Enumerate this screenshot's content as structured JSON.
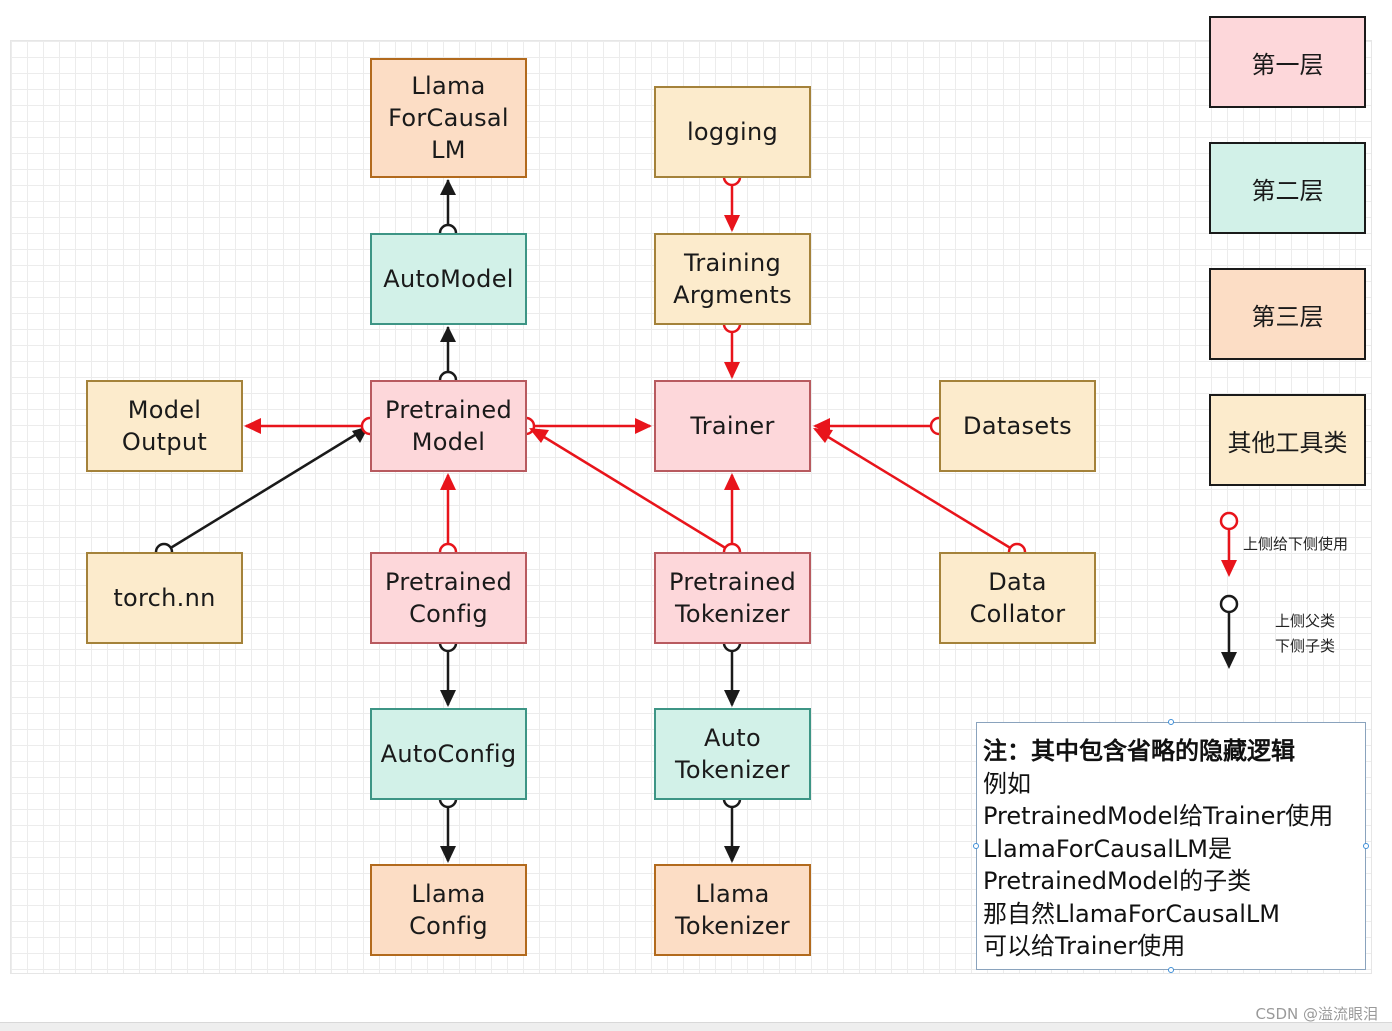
{
  "nodes": {
    "llama_for_causal_lm": "Llama\nForCausal\nLM",
    "auto_model": "AutoModel",
    "pretrained_model": "Pretrained\nModel",
    "model_output": "Model\nOutput",
    "torch_nn": "torch.nn",
    "pretrained_config": "Pretrained\nConfig",
    "auto_config": "AutoConfig",
    "llama_config": "Llama\nConfig",
    "logging": "logging",
    "training_args": "Training\nArgments",
    "trainer": "Trainer",
    "pretrained_tokenizer": "Pretrained\nTokenizer",
    "auto_tokenizer": "Auto\nTokenizer",
    "llama_tokenizer": "Llama\nTokenizer",
    "datasets": "Datasets",
    "data_collator": "Data\nCollator"
  },
  "legend": {
    "layer1": "第一层",
    "layer2": "第二层",
    "layer3": "第三层",
    "tools": "其他工具类",
    "red_arrow_desc": "上侧给下侧使用",
    "black_arrow_desc_line1": "上侧父类",
    "black_arrow_desc_line2": "下侧子类"
  },
  "note": {
    "title": "注：其中包含省略的隐藏逻辑",
    "lines": [
      "例如",
      "PretrainedModel给Trainer使用",
      "LlamaForCausalLM是",
      "PretrainedModel的子类",
      "那自然LlamaForCausalLM",
      "可以给Trainer使用"
    ]
  },
  "watermark": "CSDN @溢流眼泪",
  "colors": {
    "layer1_fill": "#fdd7da",
    "layer2_fill": "#d2f1e8",
    "layer3_fill": "#fcddc5",
    "tools_fill": "#fcebcc",
    "uses_edge": "#e8141b",
    "inherits_edge": "#1a1a1a"
  },
  "edges": [
    {
      "from": "auto_model",
      "to": "llama_for_causal_lm",
      "kind": "inherits"
    },
    {
      "from": "pretrained_model",
      "to": "auto_model",
      "kind": "inherits"
    },
    {
      "from": "pretrained_config",
      "to": "auto_config",
      "kind": "inherits"
    },
    {
      "from": "auto_config",
      "to": "llama_config",
      "kind": "inherits"
    },
    {
      "from": "pretrained_tokenizer",
      "to": "auto_tokenizer",
      "kind": "inherits"
    },
    {
      "from": "auto_tokenizer",
      "to": "llama_tokenizer",
      "kind": "inherits"
    },
    {
      "from": "torch_nn",
      "to": "pretrained_model",
      "kind": "inherits"
    },
    {
      "from": "logging",
      "to": "training_args",
      "kind": "uses"
    },
    {
      "from": "training_args",
      "to": "trainer",
      "kind": "uses"
    },
    {
      "from": "pretrained_model",
      "to": "model_output",
      "kind": "uses"
    },
    {
      "from": "pretrained_model",
      "to": "trainer",
      "kind": "uses"
    },
    {
      "from": "pretrained_config",
      "to": "pretrained_model",
      "kind": "uses"
    },
    {
      "from": "pretrained_tokenizer",
      "to": "trainer",
      "kind": "uses"
    },
    {
      "from": "pretrained_tokenizer",
      "to": "pretrained_model",
      "kind": "uses"
    },
    {
      "from": "datasets",
      "to": "trainer",
      "kind": "uses"
    },
    {
      "from": "data_collator",
      "to": "trainer",
      "kind": "uses"
    }
  ]
}
